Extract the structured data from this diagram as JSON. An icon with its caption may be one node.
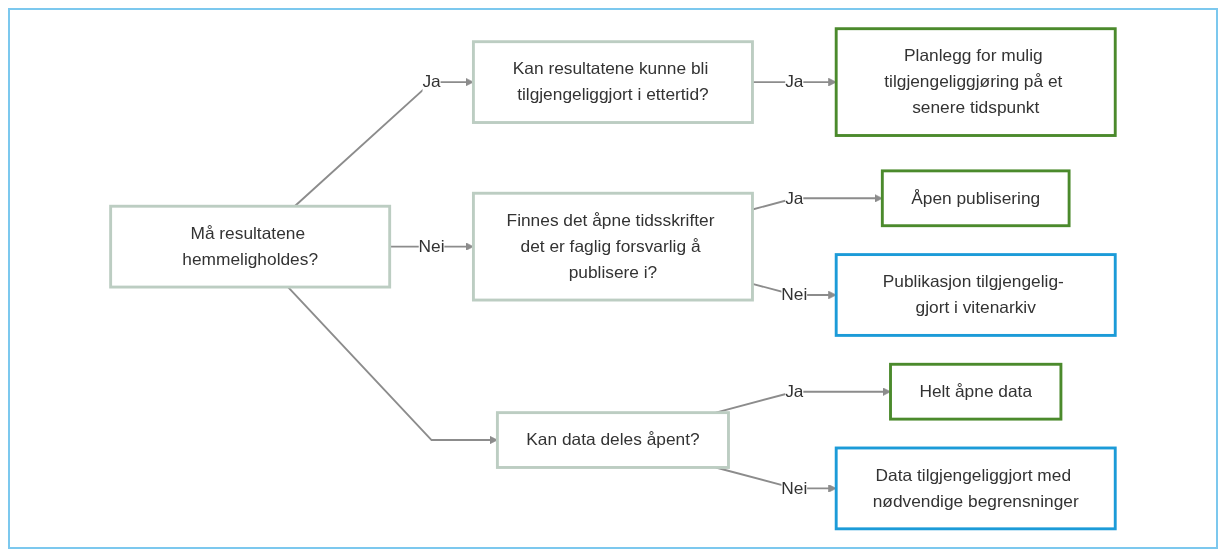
{
  "diagram": {
    "nodes": [
      {
        "text": [
          "Må resultatene hemmeligholdes?"
        ]
      },
      {
        "text": [
          "Kan resultatene kunne bli tilgjengeliggjort i ettertid?"
        ]
      },
      {
        "text": [
          "Planlegg for mulig tilgjengeliggjøring på et senere tidspunkt"
        ]
      },
      {
        "text": [
          "Finnes det åpne tidsskrifter det er faglig forsvarlig å publisere i?"
        ]
      },
      {
        "text": [
          "Åpen publisering"
        ]
      },
      {
        "text": [
          "Publikasjon tilgjengelig- gjort i vitenarkiv"
        ]
      },
      {
        "text": [
          "Kan data deles åpent?"
        ]
      },
      {
        "text": [
          "Helt åpne data"
        ]
      },
      {
        "text": [
          "Data tilgjengeliggjort med nødvendige begrensninger"
        ]
      }
    ],
    "edges": [
      {
        "from": 0,
        "to": 1,
        "arrow": "to",
        "label": "Ja"
      },
      {
        "from": 1,
        "to": 2,
        "arrow": "to",
        "label": "Ja"
      },
      {
        "from": 0,
        "to": 3,
        "arrow": "to",
        "label": "Nei"
      },
      {
        "from": 0,
        "to": 6,
        "arrow": "to"
      },
      {
        "from": 3,
        "to": 4,
        "arrow": "to",
        "label": "Ja"
      },
      {
        "from": 3,
        "to": 5,
        "arrow": "to",
        "label": "Nei"
      },
      {
        "from": 6,
        "to": 7,
        "arrow": "to",
        "label": "Ja"
      },
      {
        "from": 6,
        "to": 8,
        "arrow": "to",
        "label": "Nei"
      }
    ]
  }
}
